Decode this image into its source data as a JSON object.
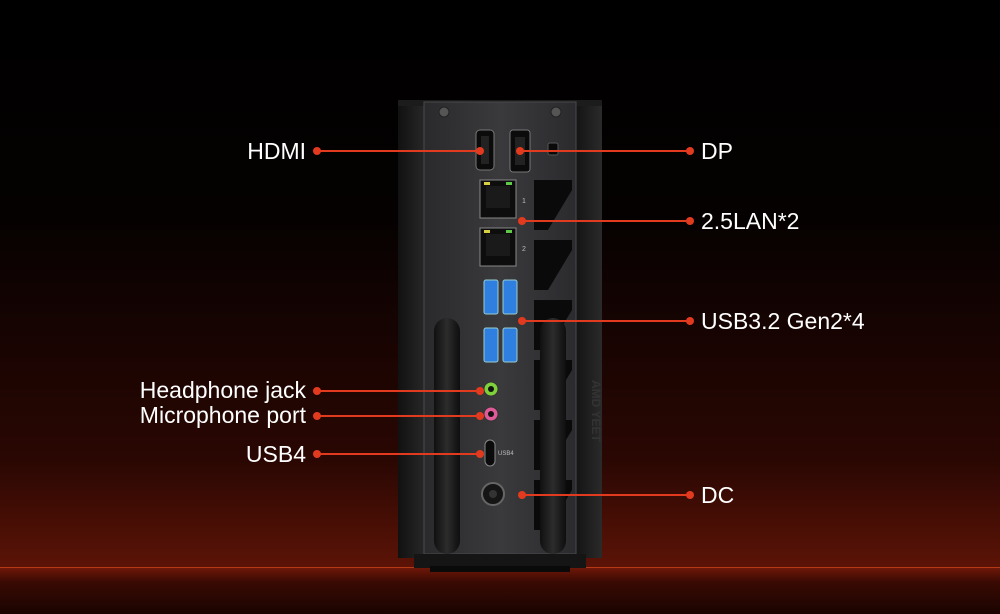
{
  "callouts": {
    "hdmi": "HDMI",
    "dp": "DP",
    "lan": "2.5LAN*2",
    "usb32": "USB3.2 Gen2*4",
    "headphone": "Headphone jack",
    "microphone": "Microphone port",
    "usb4": "USB4",
    "dc": "DC"
  },
  "panel_markings": {
    "lan1": "1",
    "lan2": "2",
    "usb4_port": "USB4",
    "brand_side": "AMD YEET"
  },
  "colors": {
    "accent": "#e23a1e",
    "usb_blue": "#2f7fe0",
    "audio_green": "#7fd03a",
    "mic_pink": "#e05a9a"
  }
}
